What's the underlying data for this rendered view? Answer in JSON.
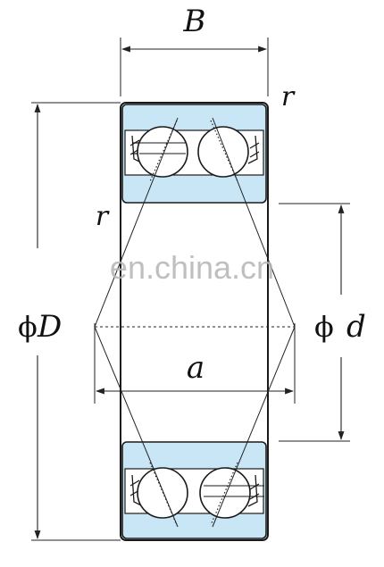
{
  "labels": {
    "width": "B",
    "chamfer_top": "r",
    "chamfer_side": "r",
    "outer_diameter_symbol": "ϕ",
    "outer_diameter": "D",
    "bore_diameter_symbol": "ϕ",
    "bore_diameter": "d",
    "load_center": "a"
  },
  "watermark": "en.china.cn",
  "colors": {
    "ring_fill": "#c8e6f5",
    "outline": "#1a1a1a",
    "line": "#222222",
    "watermark": "#b5b5b5"
  }
}
